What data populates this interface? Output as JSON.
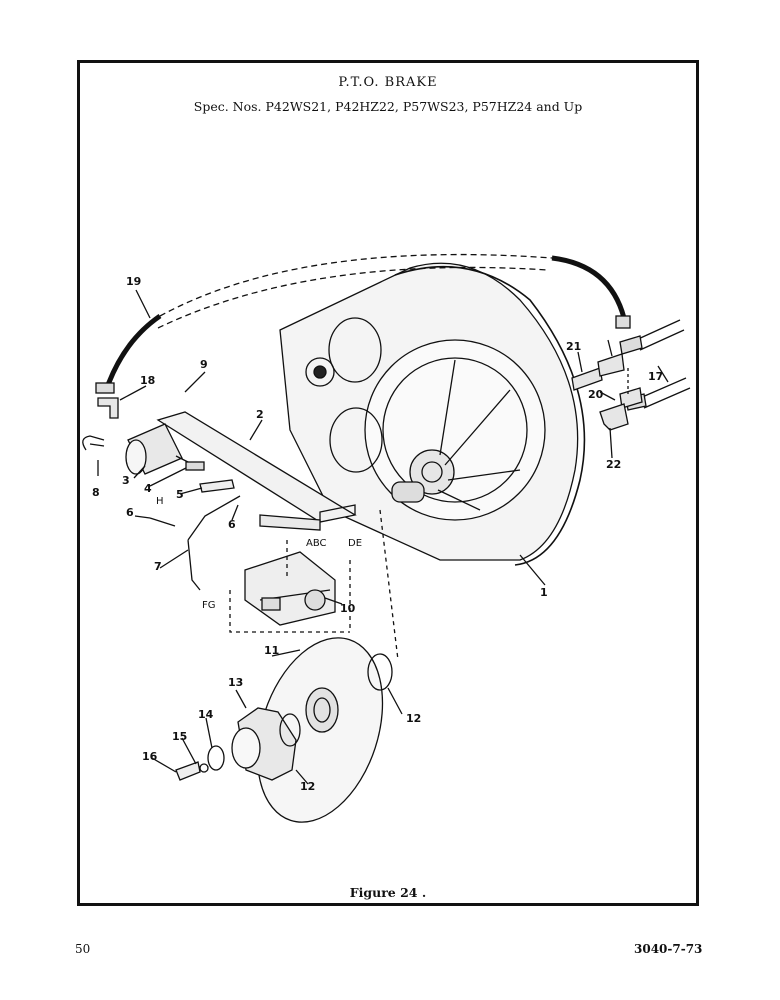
{
  "page": {
    "title": "P.T.O. BRAKE",
    "spec": "Spec. Nos. P42WS21,  P42HZ22,  P57WS23,  P57HZ24 and Up",
    "caption": "Figure 24 .",
    "page_number": "50",
    "doc_code": "3040-7-73"
  },
  "callouts": [
    "1",
    "2",
    "3",
    "4",
    "5",
    "6",
    "6",
    "7",
    "8",
    "9",
    "10",
    "11",
    "12",
    "12",
    "13",
    "14",
    "15",
    "16",
    "17",
    "18",
    "19",
    "20",
    "21",
    "22"
  ],
  "connection_letters": [
    "H",
    "ABC",
    "DE",
    "FG"
  ]
}
